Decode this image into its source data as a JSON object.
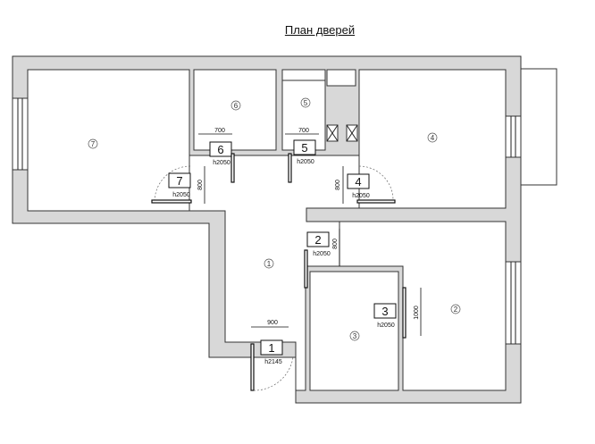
{
  "title": "План дверей",
  "rooms": [
    {
      "id": "1",
      "label": "1"
    },
    {
      "id": "2",
      "label": "2"
    },
    {
      "id": "3",
      "label": "3"
    },
    {
      "id": "4",
      "label": "4"
    },
    {
      "id": "5",
      "label": "5"
    },
    {
      "id": "6",
      "label": "6"
    },
    {
      "id": "7",
      "label": "7"
    }
  ],
  "doors": [
    {
      "number": "1",
      "height": "h2145",
      "width": "900"
    },
    {
      "number": "2",
      "height": "h2050",
      "width": "800"
    },
    {
      "number": "3",
      "height": "h2050",
      "width": "1000"
    },
    {
      "number": "4",
      "height": "h2050",
      "width": "800"
    },
    {
      "number": "5",
      "height": "h2050",
      "width": "700"
    },
    {
      "number": "6",
      "height": "h2050",
      "width": "700"
    },
    {
      "number": "7",
      "height": "h2050",
      "width": "800"
    }
  ]
}
